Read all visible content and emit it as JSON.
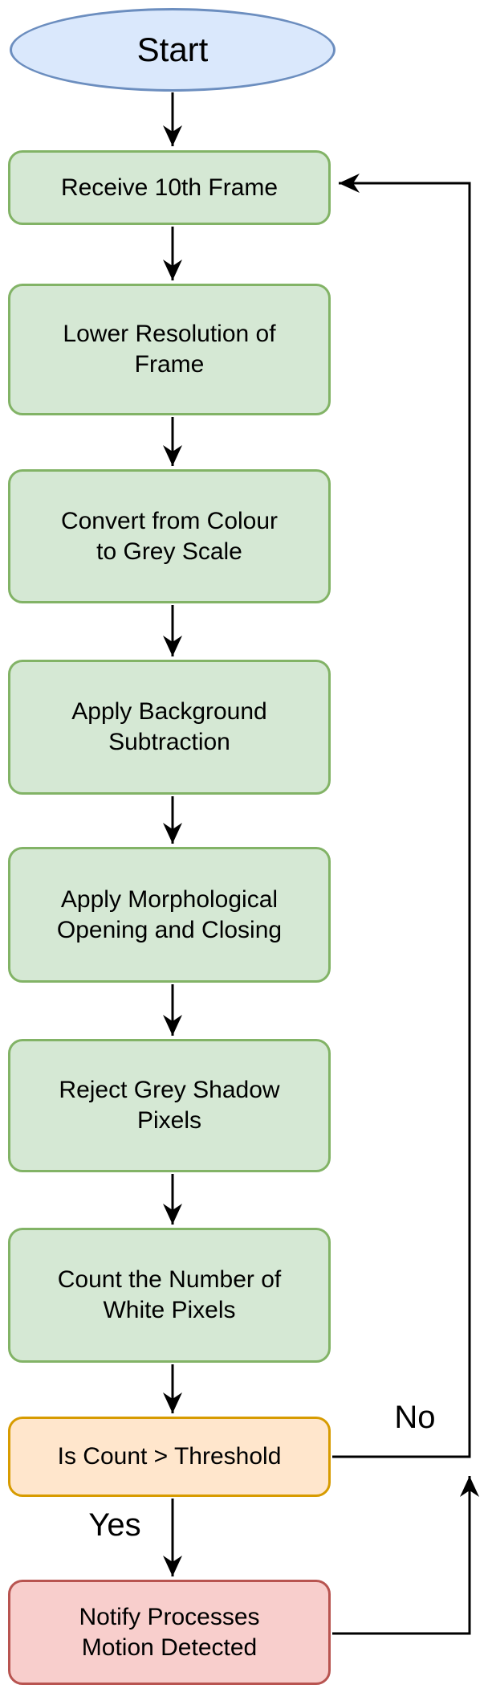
{
  "diagram": {
    "type": "flowchart",
    "nodes": [
      {
        "id": "start",
        "shape": "ellipse",
        "role": "terminator",
        "label": "Start"
      },
      {
        "id": "receive-10th-frame",
        "shape": "rounded-rect",
        "role": "process",
        "label": "Receive 10th Frame"
      },
      {
        "id": "lower-resolution",
        "shape": "rounded-rect",
        "role": "process",
        "label": "Lower Resolution of\nFrame"
      },
      {
        "id": "convert-to-grey",
        "shape": "rounded-rect",
        "role": "process",
        "label": "Convert from Colour\nto Grey Scale"
      },
      {
        "id": "background-subtraction",
        "shape": "rounded-rect",
        "role": "process",
        "label": "Apply Background\nSubtraction"
      },
      {
        "id": "morphological-open-close",
        "shape": "rounded-rect",
        "role": "process",
        "label": "Apply Morphological\nOpening and Closing"
      },
      {
        "id": "reject-grey-shadow",
        "shape": "rounded-rect",
        "role": "process",
        "label": "Reject Grey Shadow\nPixels"
      },
      {
        "id": "count-white-pixels",
        "shape": "rounded-rect",
        "role": "process",
        "label": "Count the Number of\nWhite Pixels"
      },
      {
        "id": "threshold-decision",
        "shape": "rounded-rect",
        "role": "decision",
        "label": "Is Count > Threshold"
      },
      {
        "id": "notify-motion-detected",
        "shape": "rounded-rect",
        "role": "alert",
        "label": "Notify Processes\nMotion Detected"
      }
    ],
    "edges": [
      {
        "from": "start",
        "to": "receive-10th-frame",
        "label": ""
      },
      {
        "from": "receive-10th-frame",
        "to": "lower-resolution",
        "label": ""
      },
      {
        "from": "lower-resolution",
        "to": "convert-to-grey",
        "label": ""
      },
      {
        "from": "convert-to-grey",
        "to": "background-subtraction",
        "label": ""
      },
      {
        "from": "background-subtraction",
        "to": "morphological-open-close",
        "label": ""
      },
      {
        "from": "morphological-open-close",
        "to": "reject-grey-shadow",
        "label": ""
      },
      {
        "from": "reject-grey-shadow",
        "to": "count-white-pixels",
        "label": ""
      },
      {
        "from": "count-white-pixels",
        "to": "threshold-decision",
        "label": ""
      },
      {
        "from": "threshold-decision",
        "to": "notify-motion-detected",
        "label": "Yes"
      },
      {
        "from": "threshold-decision",
        "to": "receive-10th-frame",
        "label": "No"
      },
      {
        "from": "notify-motion-detected",
        "to": "threshold-decision",
        "label": ""
      }
    ],
    "colors": {
      "terminator_fill": "#dae8fc",
      "terminator_stroke": "#6c8ebf",
      "process_fill": "#d5e8d4",
      "process_stroke": "#82b366",
      "decision_fill": "#ffe6cc",
      "decision_stroke": "#d79b00",
      "alert_fill": "#f8cecc",
      "alert_stroke": "#b85450",
      "connector": "#000000",
      "background": "#ffffff"
    }
  }
}
